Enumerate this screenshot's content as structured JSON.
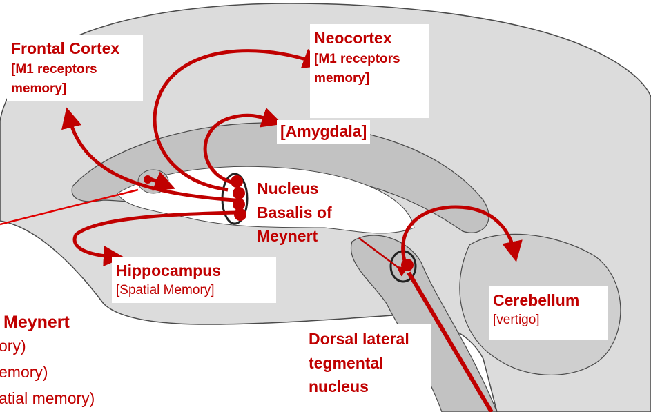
{
  "colors": {
    "accent": "#c00000",
    "brain": "#dcdcdc",
    "inner": "#c2c2c2",
    "outline": "#4a4a4a"
  },
  "labels": {
    "frontal": {
      "title": "Frontal Cortex",
      "line1": "[M1 receptors",
      "line2": "memory]"
    },
    "neocortex": {
      "title": "Neocortex",
      "line1": "[M1 receptors",
      "line2": "memory]"
    },
    "amygdala": {
      "title": "[Amygdala]"
    },
    "nbm": {
      "line1": "Nucleus",
      "line2": "Basalis of",
      "line3": "Meynert"
    },
    "hippocampus": {
      "title": "Hippocampus",
      "sub": "[Spatial Memory]"
    },
    "cerebellum": {
      "title": "Cerebellum",
      "sub": "[vertigo]"
    },
    "dltn": {
      "line1": "Dorsal lateral",
      "line2": "tegmental",
      "line3": "nucleus"
    },
    "side": {
      "title": "Meynert",
      "line1": "ory)",
      "line2": "emory)",
      "line3": "atial memory)"
    }
  }
}
